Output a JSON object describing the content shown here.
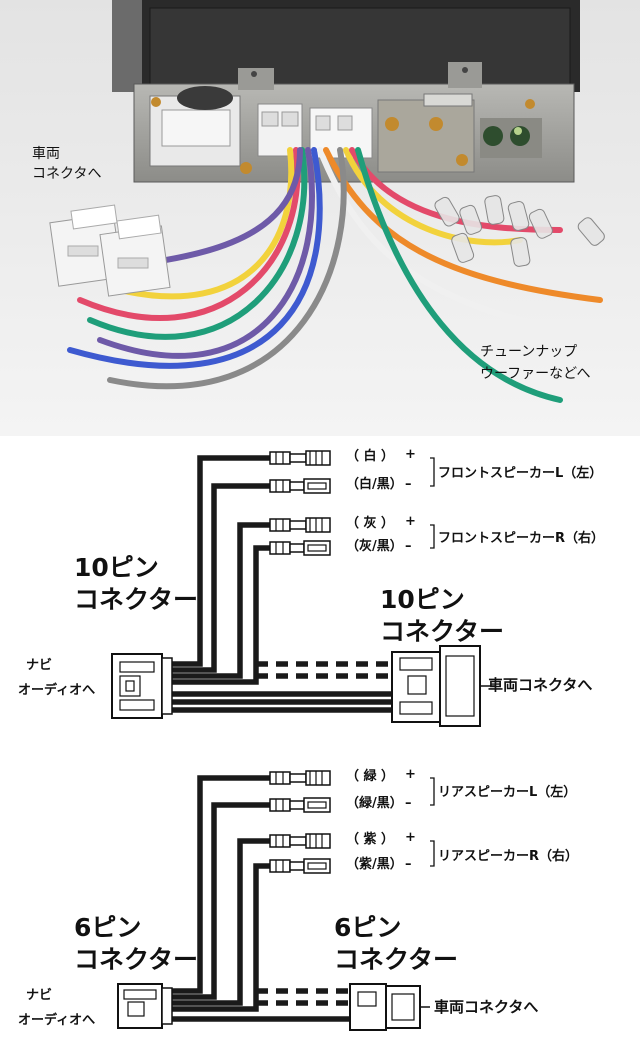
{
  "photo": {
    "label_vehicle_connector": [
      "車両",
      "コネクタへ"
    ],
    "label_tune_up": [
      "チューンナップ",
      "ウーファーなどへ"
    ],
    "wire_colors": [
      "#f2d23c",
      "#e34a6a",
      "#1f9e7a",
      "#6e5aa8",
      "#3e5ad0",
      "#f0f0f0",
      "#ee8a2a",
      "#8a8a8a"
    ]
  },
  "harness10": {
    "leads": [
      {
        "paren": "（ 白 ）",
        "sign": "+"
      },
      {
        "paren": "（白/黒）",
        "sign": "–"
      },
      {
        "paren": "（ 灰 ）",
        "sign": "+"
      },
      {
        "paren": "（灰/黒）",
        "sign": "–"
      }
    ],
    "speaker_front_l": "フロントスピーカーL（左）",
    "speaker_front_r": "フロントスピーカーR（右）",
    "left_connector": [
      "10ピン",
      "コネクター"
    ],
    "right_connector": [
      "10ピン",
      "コネクター"
    ],
    "navi_label": [
      "ナビ",
      "オーディオへ"
    ],
    "vehicle_label": "車両コネクタへ"
  },
  "harness6": {
    "leads": [
      {
        "paren": "（ 緑 ）",
        "sign": "+"
      },
      {
        "paren": "（緑/黒）",
        "sign": "–"
      },
      {
        "paren": "（ 紫 ）",
        "sign": "+"
      },
      {
        "paren": "（紫/黒）",
        "sign": "–"
      }
    ],
    "speaker_rear_l": "リアスピーカーL（左）",
    "speaker_rear_r": "リアスピーカーR（右）",
    "left_connector": [
      "6ピン",
      "コネクター"
    ],
    "right_connector": [
      "6ピン",
      "コネクター"
    ],
    "navi_label": [
      "ナビ",
      "オーディオへ"
    ],
    "vehicle_label": "車両コネクタへ"
  }
}
